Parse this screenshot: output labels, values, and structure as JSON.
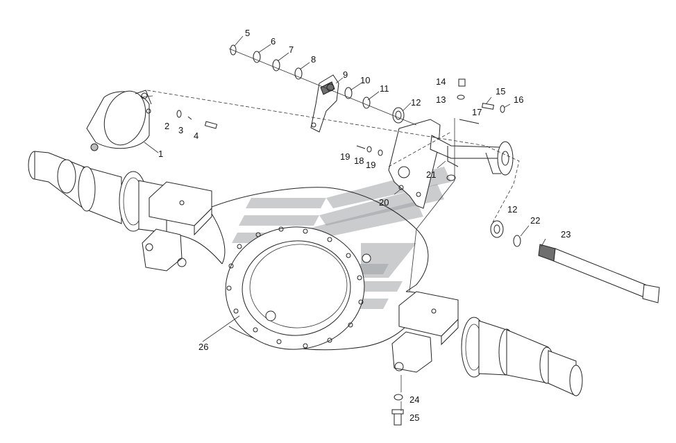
{
  "diagram": {
    "callouts": [
      "1",
      "2",
      "3",
      "4",
      "5",
      "6",
      "7",
      "8",
      "9",
      "10",
      "11",
      "12",
      "13",
      "14",
      "15",
      "16",
      "17",
      "18",
      "19",
      "20",
      "21",
      "22",
      "23",
      "24",
      "25",
      "26"
    ],
    "label_1": "1",
    "label_2": "2",
    "label_3": "3",
    "label_4": "4",
    "label_5": "5",
    "label_6": "6",
    "label_7": "7",
    "label_8": "8",
    "label_9": "9",
    "label_10": "10",
    "label_11": "11",
    "label_12": "12",
    "label_12b": "12",
    "label_13": "13",
    "label_14": "14",
    "label_15": "15",
    "label_16": "16",
    "label_17": "17",
    "label_18": "18",
    "label_19": "19",
    "label_19b": "19",
    "label_20": "20",
    "label_21": "21",
    "label_22": "22",
    "label_23": "23",
    "label_24": "24",
    "label_25": "25",
    "label_26": "26"
  },
  "colors": {
    "line": "#222222",
    "shade": "#bdbdbd",
    "watermark": "#9ea3a6"
  }
}
